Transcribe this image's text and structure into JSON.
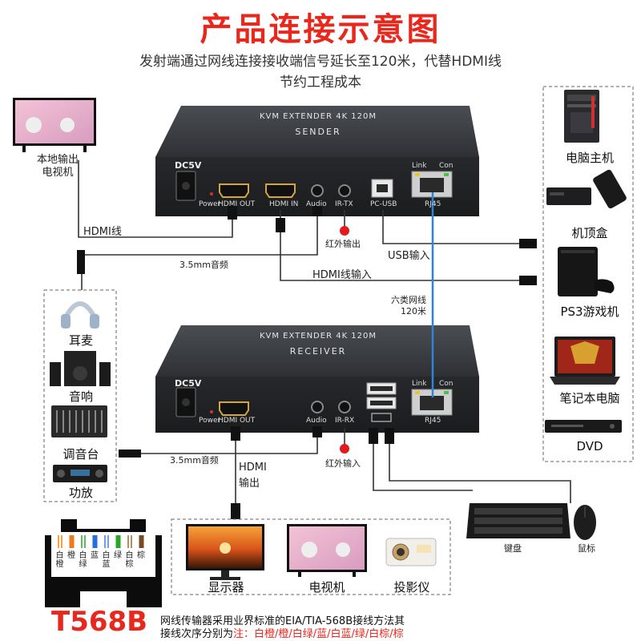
{
  "title": "产品连接示意图",
  "subtitle_line1": "发射端通过网线连接接收端信号延长至120米，代替HDMI线",
  "subtitle_line2": "节约工程成本",
  "sender": {
    "line1": "KVM EXTENDER 4K 120M",
    "line2": "SENDER",
    "dc": "DC5V",
    "power": "Power",
    "hdmi_out": "HDMI OUT",
    "hdmi_in": "HDMI IN",
    "audio": "Audio",
    "irtx": "IR-TX",
    "pcusb": "PC-USB",
    "link": "Link",
    "con": "Con",
    "rj45": "RJ45"
  },
  "receiver": {
    "line1": "KVM EXTENDER 4K 120M",
    "line2": "RECEIVER",
    "dc": "DC5V",
    "power": "Power",
    "hdmi_out": "HDMI OUT",
    "audio": "Audio",
    "irrx": "IR-RX",
    "link": "Link",
    "con": "Con",
    "rj45": "RJ45"
  },
  "labels": {
    "local_tv_1": "本地输出",
    "local_tv_2": "电视机",
    "hdmi_cable": "HDMI线",
    "audio_top": "3.5mm音频",
    "ir_out": "红外输出",
    "usb_in": "USB输入",
    "hdmi_in_cable": "HDMI线输入",
    "cat6_1": "六类网线",
    "cat6_2": "120米",
    "audio_bottom": "3.5mm音频",
    "hdmi_out_1": "HDMI",
    "hdmi_out_2": "输出",
    "ir_in": "红外输入",
    "keyboard": "键盘",
    "mouse": "鼠标"
  },
  "sources": [
    "电脑主机",
    "机顶盒",
    "PS3游戏机",
    "笔记本电脑",
    "DVD"
  ],
  "audio_devices": [
    "耳麦",
    "音响",
    "调音台",
    "功放"
  ],
  "displays": [
    "显示器",
    "电视机",
    "投影仪"
  ],
  "t568b": {
    "title": "T568B",
    "wires": [
      "白橙",
      "橙",
      "白绿",
      "蓝",
      "白蓝",
      "绿",
      "白棕",
      "棕"
    ],
    "wire_colors": [
      "#f4a340",
      "#f07a1a",
      "#5cc05c",
      "#2a6fd6",
      "#6fa0e8",
      "#2aa52a",
      "#c08a5a",
      "#7a4a1e"
    ]
  },
  "footer": {
    "line1": "网线传输器采用业界标准的EIA/TIA-568B接线方法其",
    "line2_prefix": "接线次序分别为",
    "line2_red": "注：白橙/橙/白绿/蓝/白蓝/绿/白棕/棕"
  }
}
